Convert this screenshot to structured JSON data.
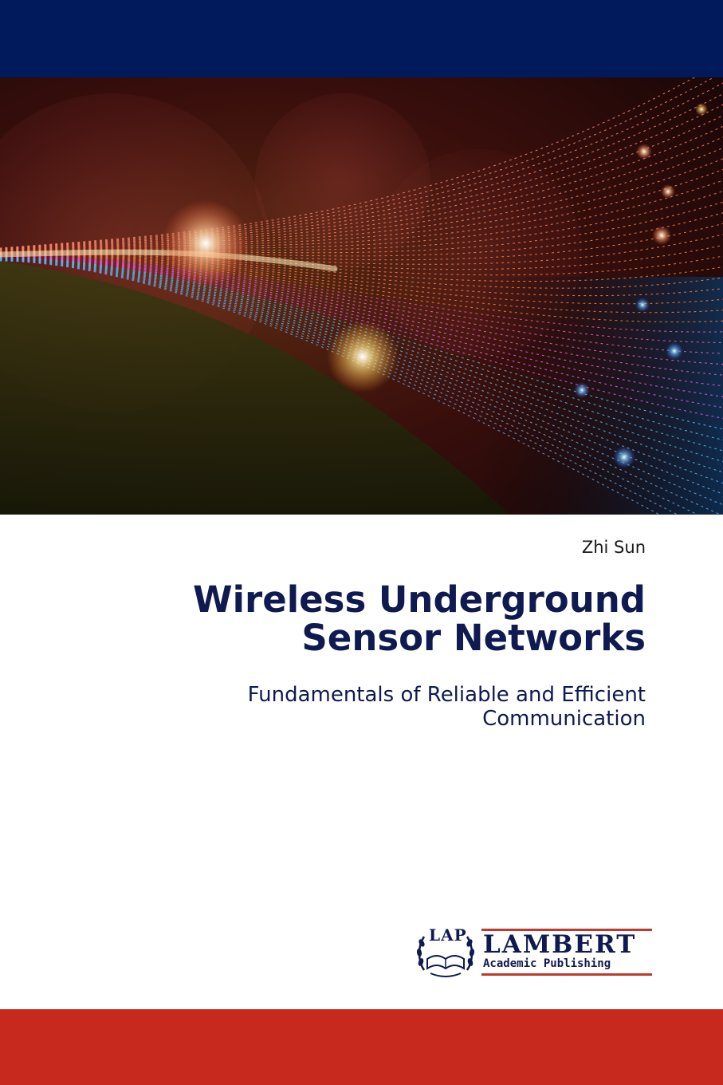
{
  "cover": {
    "author": "Zhi Sun",
    "title_line1": "Wireless Underground",
    "title_line2": "Sensor Networks",
    "subtitle_line1": "Fundamentals of Reliable and Efficient",
    "subtitle_line2": "Communication"
  },
  "publisher": {
    "emblem_text": "LAP",
    "name": "LAMBERT",
    "tagline": "Academic Publishing"
  },
  "colors": {
    "top_band": "#001a5c",
    "bottom_band": "#c8291f",
    "title_text": "#0f1a50",
    "rule": "#c0392b"
  },
  "icons": {
    "emblem": "open-book-laurel-icon",
    "artwork": "fiber-optic-light-streams"
  }
}
